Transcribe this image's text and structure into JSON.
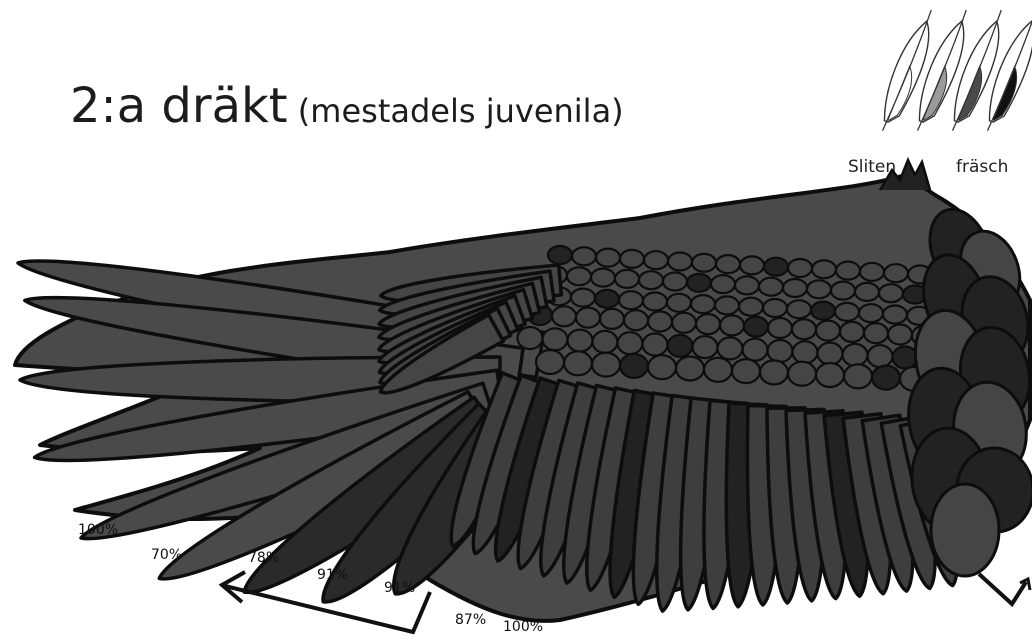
{
  "title": {
    "main": "2:a dräkt",
    "sub": "(mestadels juvenila)"
  },
  "legend": {
    "label_worn": "Sliten",
    "label_fresh": "fräsch",
    "swatches": [
      "#ffffff",
      "#9a9a9a",
      "#4a4a4a",
      "#111111"
    ]
  },
  "percentages": [
    "100%",
    "70%",
    "78%",
    "91%",
    "91%",
    "87%",
    "100%"
  ],
  "colors": {
    "outline": "#0d0d0d",
    "primaries": "#4a4a4a",
    "secondaries": "#3e3e3e",
    "coverts": "#454545",
    "tertials": "#2a2a2a",
    "dark": "#222222"
  },
  "icons": [
    "feather-icon",
    "arrow-icon"
  ]
}
